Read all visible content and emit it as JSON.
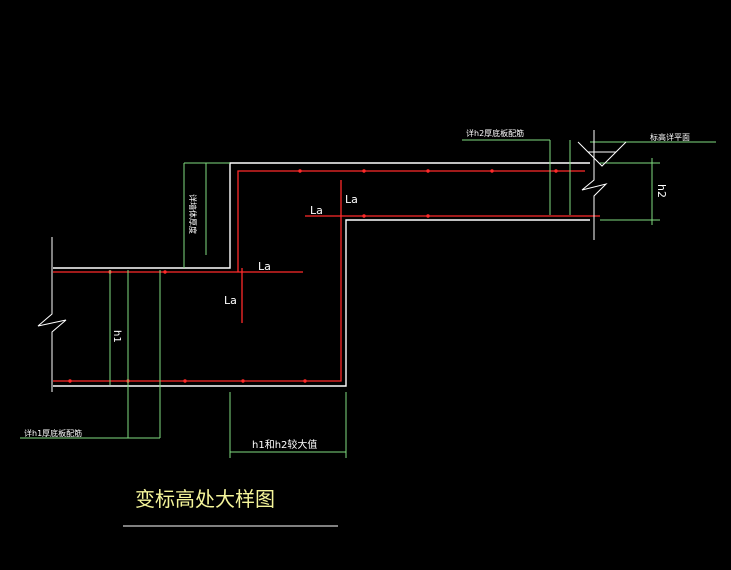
{
  "drawing": {
    "title": "变标高处大样图",
    "labels": {
      "la_upper_horizontal": "La",
      "la_upper_vertical": "La",
      "la_lower_horizontal": "La",
      "la_lower_vertical": "La",
      "h1_dim": "h1",
      "h2_dim": "h2",
      "bottom_dim": "h1和h2较大值",
      "left_note": "详h1厚底板配筋",
      "top_note": "详h2厚底板配筋",
      "right_note": "标高详平面",
      "wall_note": "详墙体厚度"
    },
    "colors": {
      "background": "#000000",
      "outline": "#ffffff",
      "rebar": "#ff2a2a",
      "dimension": "#7fdc7f",
      "text": "#ffffff",
      "title": "#f5f59a"
    }
  }
}
